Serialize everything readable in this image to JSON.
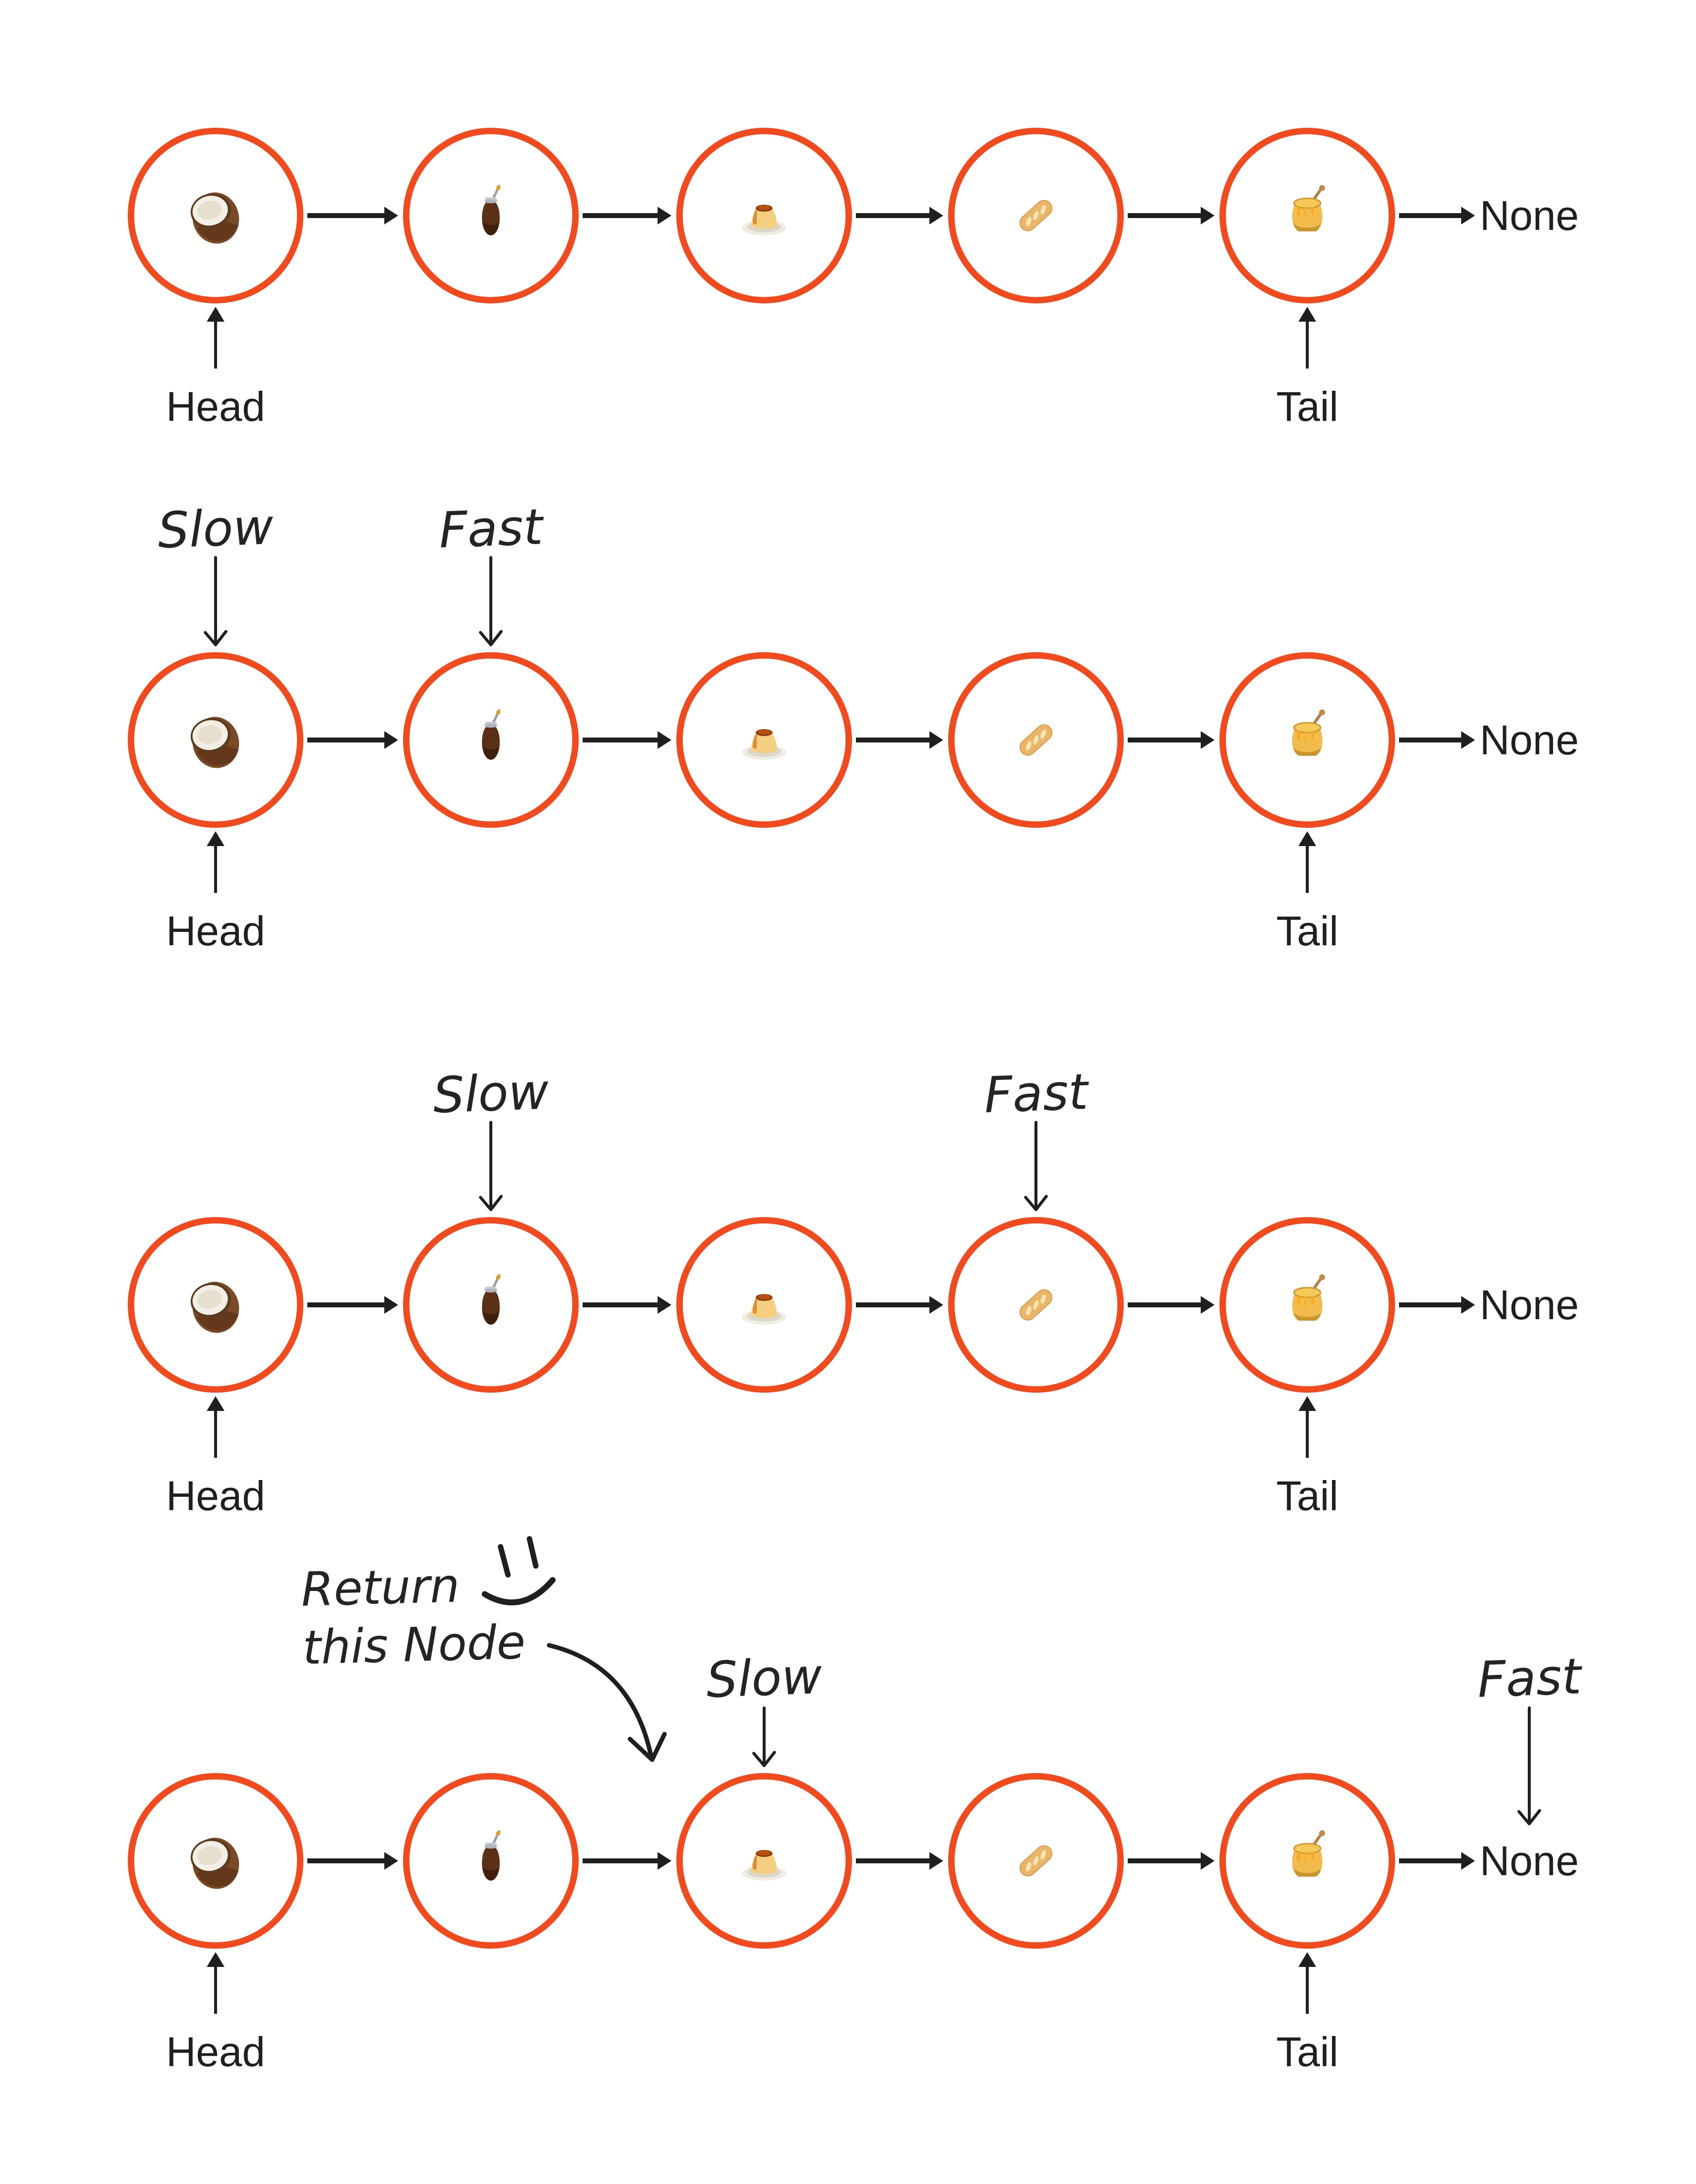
{
  "diagram": {
    "accent_color": "#F04A1E",
    "ink_color": "#1F1F1F",
    "head_label": "Head",
    "tail_label": "Tail",
    "none_label": "None",
    "node_icons": [
      "coconut-emoji",
      "mate-emoji",
      "flan-emoji",
      "baguette-emoji",
      "honey-pot-emoji"
    ],
    "steps": [
      {
        "pointers": []
      },
      {
        "pointers": [
          {
            "label": "Slow",
            "node_index": 0
          },
          {
            "label": "Fast",
            "node_index": 1
          }
        ]
      },
      {
        "pointers": [
          {
            "label": "Slow",
            "node_index": 1
          },
          {
            "label": "Fast",
            "node_index": 3
          }
        ]
      },
      {
        "pointers": [
          {
            "label": "Slow",
            "node_index": 2
          },
          {
            "label": "Fast",
            "node_index": 5
          }
        ],
        "annotation": {
          "line1": "Return",
          "line2": "this Node",
          "smiley": "smiley-face"
        }
      }
    ]
  }
}
